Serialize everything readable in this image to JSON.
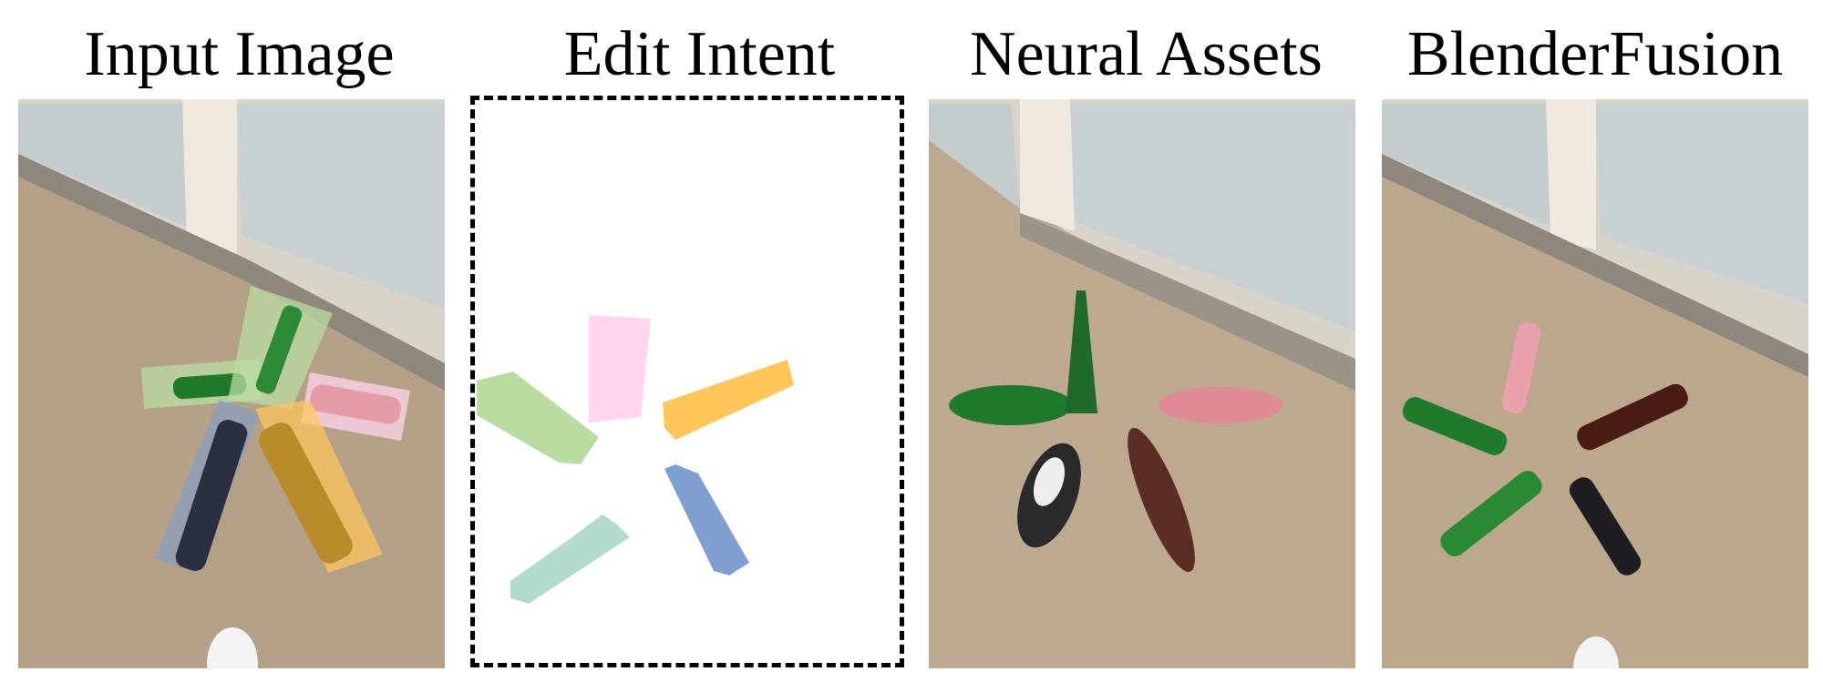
{
  "panels": [
    {
      "title": "Input Image"
    },
    {
      "title": "Edit Intent"
    },
    {
      "title": "Neural Assets"
    },
    {
      "title": "BlenderFusion"
    }
  ],
  "colors": {
    "carpet": "#b8a58a",
    "window_frame": "#e6e0d8",
    "glass": "#c7cdd0",
    "bottle_green": "#1f7a2b",
    "bottle_brown": "#4a1c14",
    "bottle_pink": "#e59aa8",
    "mask_green": "#b9dca1",
    "mask_pink": "#ffd6ee",
    "mask_orange": "#ffc65a",
    "mask_blue": "#7e9fcf",
    "mask_teal": "#b1dccd"
  }
}
